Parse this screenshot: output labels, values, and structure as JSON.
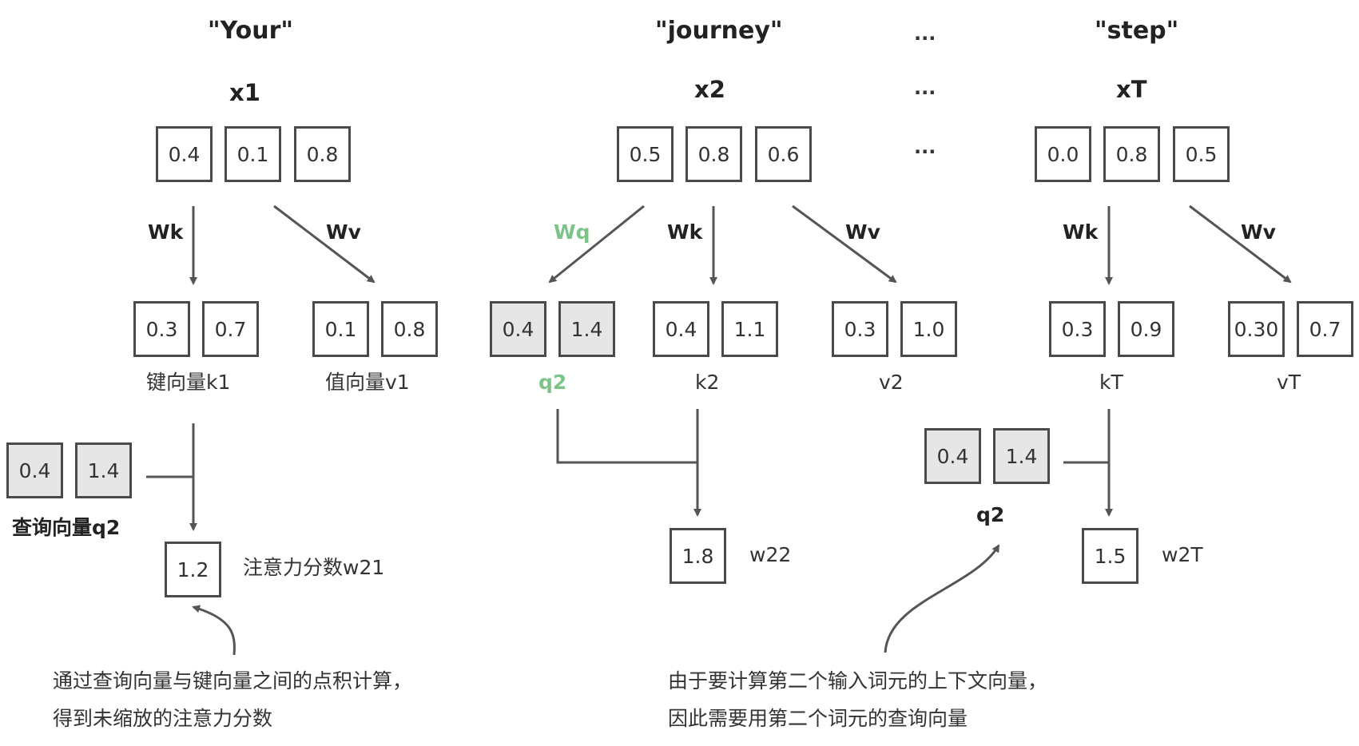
{
  "tokens": {
    "t1": {
      "word": "\"Your\"",
      "x": "x1",
      "values": [
        "0.4",
        "0.1",
        "0.8"
      ]
    },
    "t2": {
      "word": "\"journey\"",
      "x": "x2",
      "values": [
        "0.5",
        "0.8",
        "0.6"
      ]
    },
    "t3": {
      "word": "\"step\"",
      "x": "xT",
      "values": [
        "0.0",
        "0.8",
        "0.5"
      ]
    },
    "ellipsis": "..."
  },
  "weights": {
    "wk": "Wk",
    "wv": "Wv",
    "wq": "Wq"
  },
  "vectors": {
    "k1": {
      "values": [
        "0.3",
        "0.7"
      ],
      "label": "键向量k1"
    },
    "v1": {
      "values": [
        "0.1",
        "0.8"
      ],
      "label": "值向量v1"
    },
    "q2": {
      "values": [
        "0.4",
        "1.4"
      ],
      "label": "q2"
    },
    "k2": {
      "values": [
        "0.4",
        "1.1"
      ],
      "label": "k2"
    },
    "v2": {
      "values": [
        "0.3",
        "1.0"
      ],
      "label": "v2"
    },
    "kT": {
      "values": [
        "0.3",
        "0.9"
      ],
      "label": "kT"
    },
    "vT": {
      "values": [
        "0.30",
        "0.7"
      ],
      "label": "vT"
    }
  },
  "query_left": {
    "values": [
      "0.4",
      "1.4"
    ],
    "label": "查询向量q2"
  },
  "query_right": {
    "values": [
      "0.4",
      "1.4"
    ],
    "label": "q2"
  },
  "scores": {
    "w21": {
      "value": "1.2",
      "label": "注意力分数w21"
    },
    "w22": {
      "value": "1.8",
      "label": "w22"
    },
    "w2T": {
      "value": "1.5",
      "label": "w2T"
    }
  },
  "captions": {
    "left": "通过查询向量与键向量之间的点积计算，得到未缩放的注意力分数",
    "right_line1": "由于要计算第二个输入词元的上下文向量，",
    "right_line2": "因此需要用第二个词元的查询向量"
  },
  "colors": {
    "stroke": "#555555",
    "box_border": "#4a4a4a",
    "query_fill": "#e6e6e6",
    "query_label": "#7cc48a"
  }
}
